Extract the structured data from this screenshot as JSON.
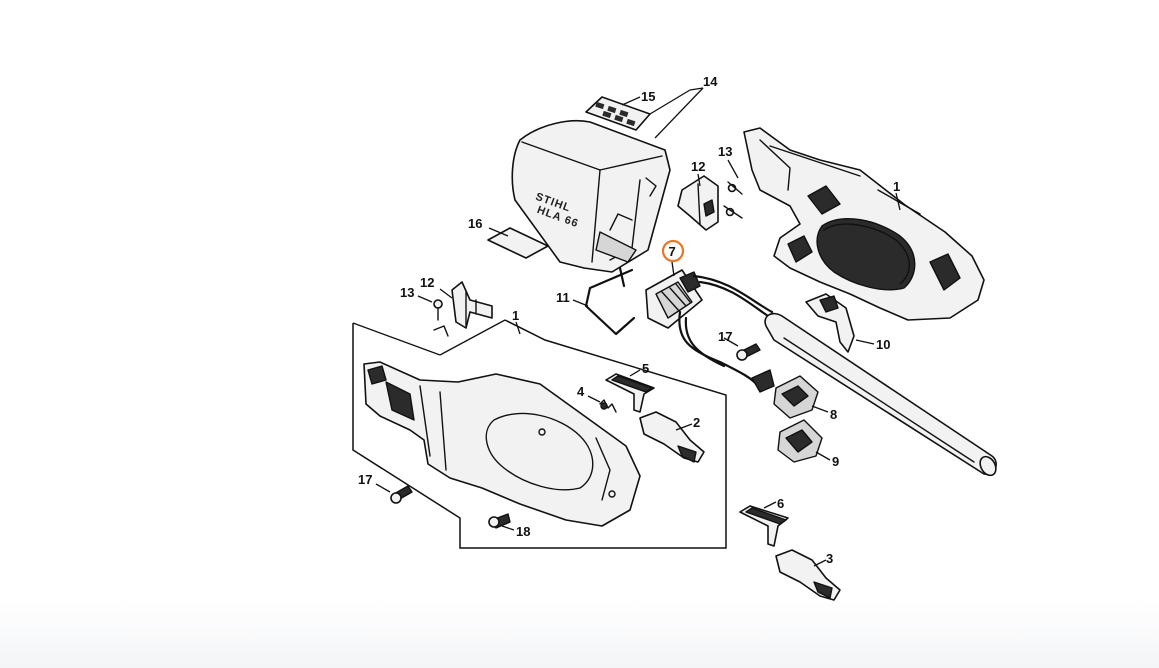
{
  "diagram": {
    "highlight_color": "#e8772a",
    "line_color": "#111111",
    "highlighted_callout": "7",
    "brand_lines": [
      "STIHL",
      "HLA 66"
    ],
    "callouts": {
      "c1_upper": "1",
      "c1_lower": "1",
      "c2": "2",
      "c3": "3",
      "c4": "4",
      "c5": "5",
      "c6": "6",
      "c7": "7",
      "c8": "8",
      "c9": "9",
      "c10": "10",
      "c11": "11",
      "c12_left": "12",
      "c12_right": "12",
      "c13_left": "13",
      "c13_right": "13",
      "c14": "14",
      "c15": "15",
      "c16": "16",
      "c17_left": "17",
      "c17_right": "17",
      "c18": "18"
    }
  }
}
